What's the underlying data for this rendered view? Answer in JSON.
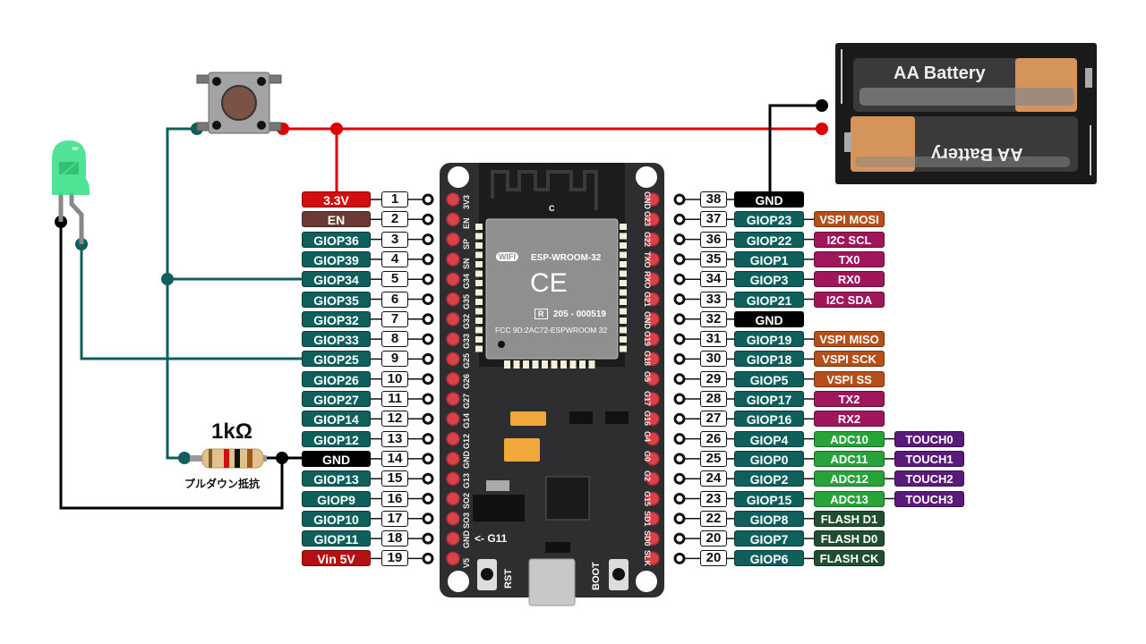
{
  "colors": {
    "gpio": "#0f5f5c",
    "power": "#d40e0e",
    "en": "#6b3a35",
    "gnd": "#000000",
    "vin": "#b50f0f",
    "vspi": "#b5501a",
    "uart_i2c": "#a0165a",
    "adc": "#27a33a",
    "touch": "#5a1a7a",
    "flash": "#1f4f2f",
    "wire_red": "#e00000",
    "wire_teal": "#0f5f5c",
    "wire_black": "#000000"
  },
  "left_pins": [
    {
      "num": "1",
      "label": "3.3V",
      "type": "power"
    },
    {
      "num": "2",
      "label": "EN",
      "type": "en"
    },
    {
      "num": "3",
      "label": "GIOP36",
      "type": "gpio"
    },
    {
      "num": "4",
      "label": "GIOP39",
      "type": "gpio"
    },
    {
      "num": "5",
      "label": "GIOP34",
      "type": "gpio"
    },
    {
      "num": "6",
      "label": "GIOP35",
      "type": "gpio"
    },
    {
      "num": "7",
      "label": "GIOP32",
      "type": "gpio"
    },
    {
      "num": "8",
      "label": "GIOP33",
      "type": "gpio"
    },
    {
      "num": "9",
      "label": "GIOP25",
      "type": "gpio"
    },
    {
      "num": "10",
      "label": "GIOP26",
      "type": "gpio"
    },
    {
      "num": "11",
      "label": "GIOP27",
      "type": "gpio"
    },
    {
      "num": "12",
      "label": "GIOP14",
      "type": "gpio"
    },
    {
      "num": "13",
      "label": "GIOP12",
      "type": "gpio"
    },
    {
      "num": "14",
      "label": "GND",
      "type": "gnd"
    },
    {
      "num": "15",
      "label": "GIOP13",
      "type": "gpio"
    },
    {
      "num": "16",
      "label": "GIOP9",
      "type": "gpio"
    },
    {
      "num": "17",
      "label": "GIOP10",
      "type": "gpio"
    },
    {
      "num": "18",
      "label": "GIOP11",
      "type": "gpio"
    },
    {
      "num": "19",
      "label": "Vin 5V",
      "type": "vin"
    }
  ],
  "right_pins": [
    {
      "num": "38",
      "label": "GND",
      "type": "gnd",
      "extras": []
    },
    {
      "num": "37",
      "label": "GIOP23",
      "type": "gpio",
      "extras": [
        {
          "label": "VSPI MOSI",
          "type": "vspi"
        }
      ]
    },
    {
      "num": "36",
      "label": "GIOP22",
      "type": "gpio",
      "extras": [
        {
          "label": "I2C SCL",
          "type": "uart_i2c"
        }
      ]
    },
    {
      "num": "35",
      "label": "GIOP1",
      "type": "gpio",
      "extras": [
        {
          "label": "TX0",
          "type": "uart_i2c"
        }
      ]
    },
    {
      "num": "34",
      "label": "GIOP3",
      "type": "gpio",
      "extras": [
        {
          "label": "RX0",
          "type": "uart_i2c"
        }
      ]
    },
    {
      "num": "33",
      "label": "GIOP21",
      "type": "gpio",
      "extras": [
        {
          "label": "I2C SDA",
          "type": "uart_i2c"
        }
      ]
    },
    {
      "num": "32",
      "label": "GND",
      "type": "gnd",
      "extras": []
    },
    {
      "num": "31",
      "label": "GIOP19",
      "type": "gpio",
      "extras": [
        {
          "label": "VSPI MISO",
          "type": "vspi"
        }
      ]
    },
    {
      "num": "30",
      "label": "GIOP18",
      "type": "gpio",
      "extras": [
        {
          "label": "VSPI SCK",
          "type": "vspi"
        }
      ]
    },
    {
      "num": "29",
      "label": "GIOP5",
      "type": "gpio",
      "extras": [
        {
          "label": "VSPI SS",
          "type": "vspi"
        }
      ]
    },
    {
      "num": "28",
      "label": "GIOP17",
      "type": "gpio",
      "extras": [
        {
          "label": "TX2",
          "type": "uart_i2c"
        }
      ]
    },
    {
      "num": "27",
      "label": "GIOP16",
      "type": "gpio",
      "extras": [
        {
          "label": "RX2",
          "type": "uart_i2c"
        }
      ]
    },
    {
      "num": "26",
      "label": "GIOP4",
      "type": "gpio",
      "extras": [
        {
          "label": "ADC10",
          "type": "adc"
        },
        {
          "label": "TOUCH0",
          "type": "touch"
        }
      ]
    },
    {
      "num": "25",
      "label": "GIOP0",
      "type": "gpio",
      "extras": [
        {
          "label": "ADC11",
          "type": "adc"
        },
        {
          "label": "TOUCH1",
          "type": "touch"
        }
      ]
    },
    {
      "num": "24",
      "label": "GIOP2",
      "type": "gpio",
      "extras": [
        {
          "label": "ADC12",
          "type": "adc"
        },
        {
          "label": "TOUCH2",
          "type": "touch"
        }
      ]
    },
    {
      "num": "23",
      "label": "GIOP15",
      "type": "gpio",
      "extras": [
        {
          "label": "ADC13",
          "type": "adc"
        },
        {
          "label": "TOUCH3",
          "type": "touch"
        }
      ]
    },
    {
      "num": "22",
      "label": "GIOP8",
      "type": "gpio",
      "extras": [
        {
          "label": "FLASH D1",
          "type": "flash"
        }
      ]
    },
    {
      "num": "20",
      "label": "GIOP7",
      "type": "gpio",
      "extras": [
        {
          "label": "FLASH D0",
          "type": "flash"
        }
      ]
    },
    {
      "num": "20",
      "label": "GIOP6",
      "type": "gpio",
      "extras": [
        {
          "label": "FLASH CK",
          "type": "flash"
        }
      ]
    }
  ],
  "board": {
    "left_silk": [
      "3V3",
      "EN",
      "SP",
      "SN",
      "G34",
      "G35",
      "G32",
      "G33",
      "G25",
      "G26",
      "G27",
      "G14",
      "G12",
      "GND",
      "G13",
      "SO2",
      "SO3",
      "GND",
      "V5"
    ],
    "right_silk": [
      "GND",
      "G23",
      "G22",
      "TXO",
      "RXO",
      "G21",
      "GND",
      "G19",
      "G18",
      "G5",
      "G17",
      "G16",
      "G4",
      "G0",
      "G2",
      "G15",
      "SD1",
      "SD0",
      "SLK"
    ],
    "module_name": "ESP-WROOM-32",
    "wifi_badge": "WIFI",
    "ce_mark": "CE",
    "r_mark": "R",
    "cert_number": "205 - 000519",
    "fcc_id": "FCC 9D:2AC72-ESPWROOM 32",
    "antenna_mark": "C",
    "g11_label": "<- G11",
    "rst_label": "RST",
    "boot_label": "BOOT"
  },
  "battery": {
    "cell1_label": "AA Battery",
    "cell2_label": "AA Battery"
  },
  "resistor": {
    "value_label": "1kΩ",
    "caption": "プルダウン抵抗"
  },
  "led": {
    "color": "#3de089"
  },
  "button": {
    "cap_color": "#7a5246"
  }
}
